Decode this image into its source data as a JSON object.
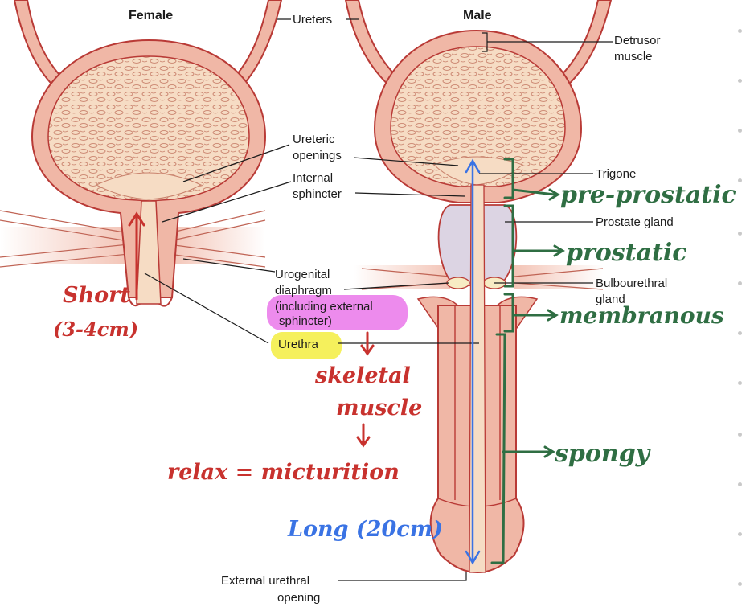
{
  "titles": {
    "female": "Female",
    "male": "Male"
  },
  "labels": {
    "ureters": "Ureters",
    "detrusor_1": "Detrusor",
    "detrusor_2": "muscle",
    "ureteric_1": "Ureteric",
    "ureteric_2": "openings",
    "internal_1": "Internal",
    "internal_2": "sphincter",
    "trigone": "Trigone",
    "prostate": "Prostate gland",
    "bulbo_1": "Bulbourethral",
    "bulbo_2": "gland",
    "uro_1": "Urogenital",
    "uro_2": "diaphragm",
    "uro_3": "(including external",
    "uro_4": "sphincter)",
    "urethra": "Urethra",
    "ext_1": "External urethral",
    "ext_2": "opening"
  },
  "annotations": {
    "short": "Short",
    "short_len": "(3-4cm)",
    "skeletal": "skeletal",
    "muscle": "muscle",
    "relax": "relax = micturition",
    "long": "Long (20cm)",
    "pre_prostatic": "pre-prostatic",
    "prostatic": "prostatic",
    "membranous": "membranous",
    "spongy": "spongy"
  },
  "colors": {
    "wall": "#f0b7a6",
    "wall_outline": "#b93a36",
    "lumen": "#f6dcc4",
    "prostate": "#dcd4e3",
    "highlight_pink": "#e86ee8",
    "highlight_yellow": "#f4ee4a",
    "ink_red": "#c8322e",
    "ink_green": "#2f6e43",
    "ink_blue": "#3a73e4"
  }
}
